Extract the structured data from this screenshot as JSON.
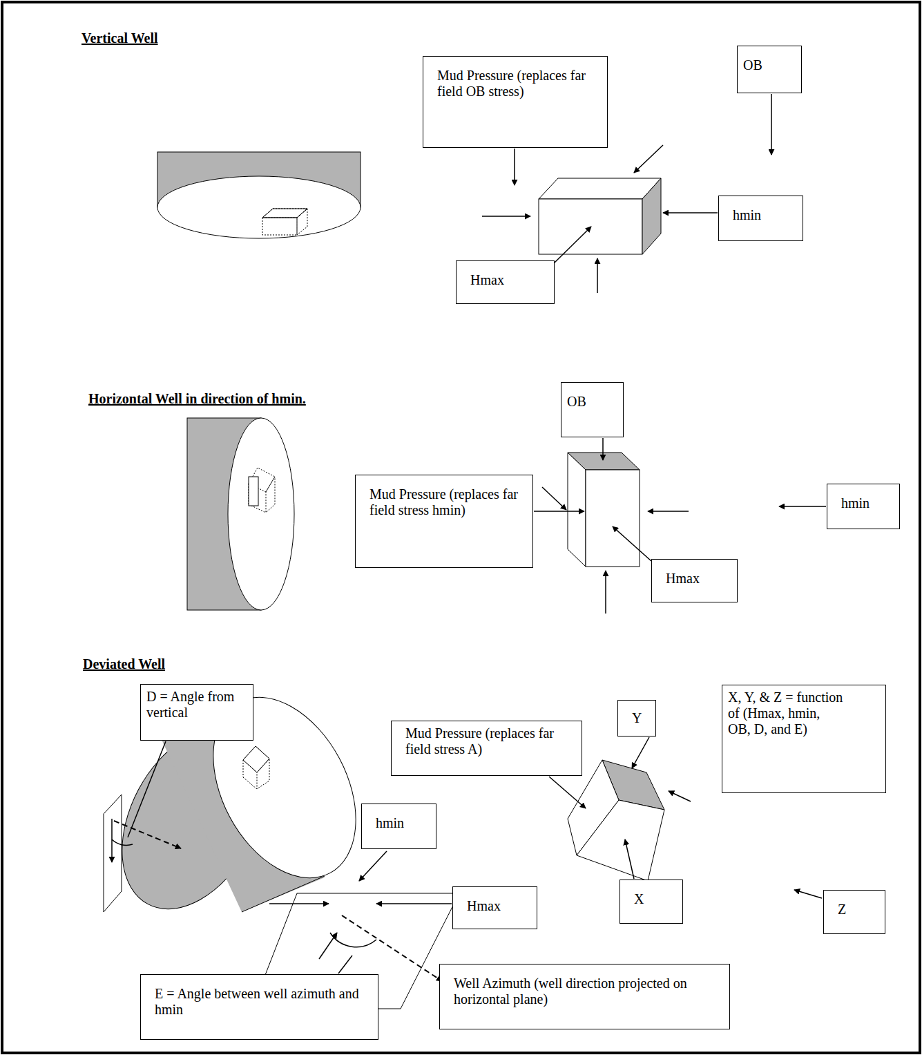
{
  "diagram": {
    "nodes": [
      {
        "text": [
          "Mud Pressure (replaces far field OB stress)"
        ]
      },
      {
        "text": [
          "OB"
        ]
      },
      {
        "text": [
          "hmin"
        ]
      },
      {
        "text": [
          "Hmax"
        ]
      },
      {
        "text": [
          "OB"
        ]
      },
      {
        "text": [
          "Mud Pressure (replaces far field stress hmin)"
        ]
      },
      {
        "text": [
          "hmin"
        ]
      },
      {
        "text": [
          "Hmax"
        ]
      },
      {
        "text": [
          "D = Angle from vertical"
        ]
      },
      {
        "text": [
          "Mud Pressure (replaces far field stress A)"
        ]
      },
      {
        "text": [
          "Y"
        ]
      },
      {
        "text": [
          "X, Y, & Z = function of (Hmax, hmin, OB, D, and E)"
        ]
      },
      {
        "text": [
          "hmin"
        ]
      },
      {
        "text": [
          "Hmax"
        ]
      },
      {
        "text": [
          "X"
        ]
      },
      {
        "text": [
          "Z"
        ]
      },
      {
        "text": [
          "Well Azimuth (well direction projected on horizontal plane)"
        ]
      },
      {
        "text": [
          "E = Angle between well azimuth and hmin"
        ]
      }
    ],
    "labels": [
      "Vertical Well",
      "Horizontal Well in direction of hmin.",
      "Deviated Well"
    ]
  }
}
